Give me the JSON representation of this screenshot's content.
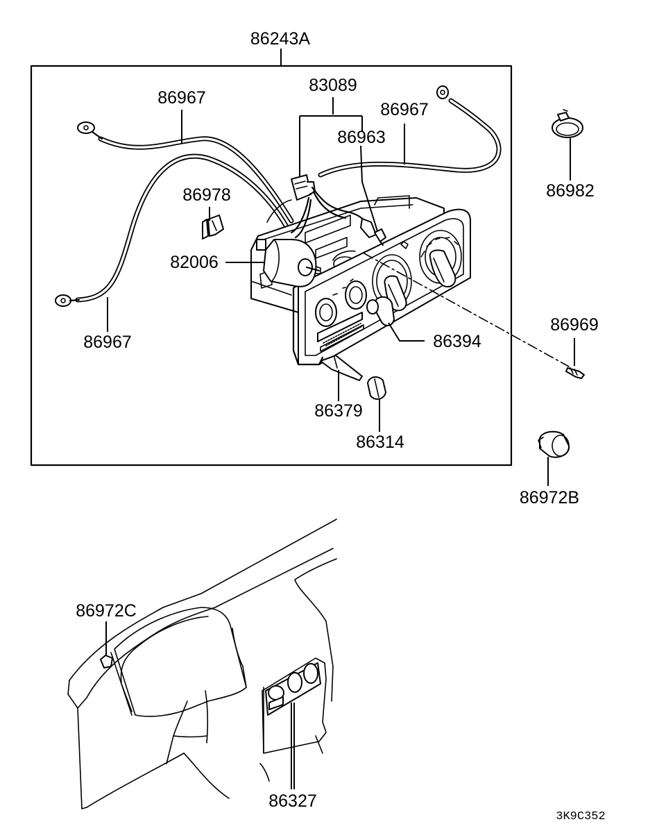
{
  "labels": {
    "assembly": "86243A",
    "cable_top_left": "86967",
    "cable_top_right": "86967",
    "cable_left_lower": "86967",
    "harness": "83089",
    "bulb": "86963",
    "clip": "86978",
    "motor": "82006",
    "knob": "86394",
    "screw": "86969",
    "cable_clamp": "86982",
    "slide_knob": "86379",
    "knob_small": "86314",
    "bezel_clip": "86972B",
    "clip_dash": "86972C",
    "panel": "86327"
  },
  "diagram_code": "3K9C352"
}
